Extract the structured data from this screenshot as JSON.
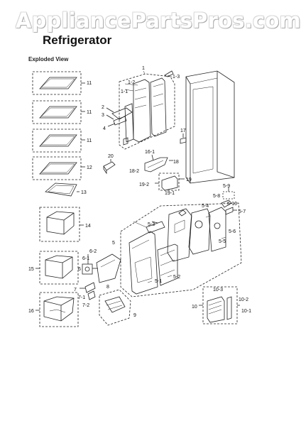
{
  "watermark": "AppliancePartsPros.com",
  "title": "Refrigerator",
  "subtitle": "Exploded View",
  "callouts": {
    "c1": "1",
    "c1_1": "1-1",
    "c1_2": "1-2",
    "c1_3": "1-3",
    "c2": "2",
    "c3": "3",
    "c4": "4",
    "c5": "5",
    "c5_1": "5-1",
    "c5_2": "5-2",
    "c5_3": "5-3",
    "c5_4": "5-4",
    "c5_5": "5-5",
    "c5_6": "5-6",
    "c5_7": "5-7",
    "c5_8": "5-8",
    "c5_9": "5-9",
    "c5_10": "5-10",
    "c6": "6",
    "c6_1": "6-1",
    "c6_2": "6-2",
    "c7": "7",
    "c7_1": "7-1",
    "c7_2": "7-2",
    "c8": "8",
    "c9": "9",
    "c10": "10",
    "c10_1": "10-1",
    "c10_2": "10-2",
    "c10_3": "10-3",
    "c11a": "11",
    "c11b": "11",
    "c11c": "11",
    "c12": "12",
    "c13": "13",
    "c14": "14",
    "c15": "15",
    "c16": "16",
    "c16_1": "16-1",
    "c17": "17",
    "c18": "18",
    "c18_2": "18-2",
    "c19": "19",
    "c19_1": "19-1",
    "c19_2": "19-2",
    "c20": "20"
  }
}
